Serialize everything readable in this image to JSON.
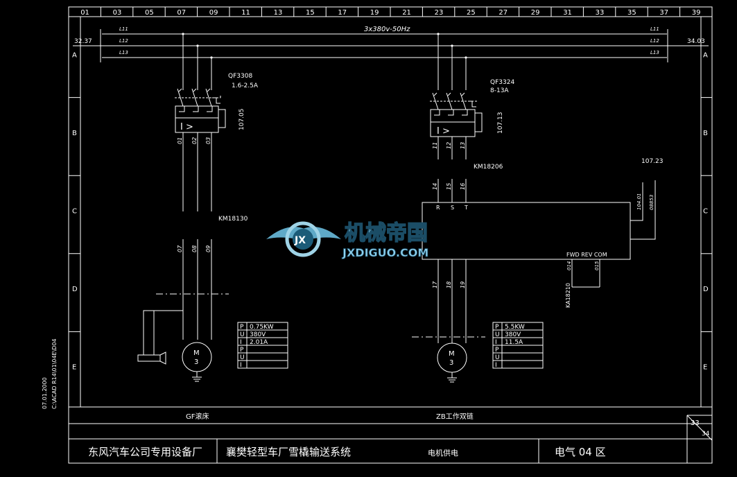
{
  "columns": [
    "01",
    "03",
    "05",
    "07",
    "09",
    "11",
    "13",
    "15",
    "17",
    "19",
    "21",
    "23",
    "25",
    "27",
    "29",
    "31",
    "33",
    "35",
    "37",
    "39"
  ],
  "rows": [
    "A",
    "B",
    "C",
    "D",
    "E"
  ],
  "supply": {
    "label": "3x380v-50Hz",
    "left_ref": "32.37",
    "right_ref": "34.03",
    "lines": [
      "L11",
      "L12",
      "L13"
    ]
  },
  "left_circuit": {
    "breaker_name": "QF3308",
    "breaker_range": "1.6-2.5A",
    "breaker_ref": "107.05",
    "wires_top": [
      "01",
      "02",
      "03"
    ],
    "contactor": "KM18130",
    "wires_mid": [
      "07",
      "08",
      "09"
    ],
    "motor": [
      "M",
      "3"
    ],
    "params": [
      [
        "P",
        "0.75KW"
      ],
      [
        "U",
        "380V"
      ],
      [
        "I",
        "2.01A"
      ],
      [
        "P",
        ""
      ],
      [
        "U",
        ""
      ],
      [
        "I",
        ""
      ]
    ],
    "section": "GF滚床"
  },
  "right_circuit": {
    "breaker_name": "QF3324",
    "breaker_range": "8-13A",
    "breaker_ref": "107.13",
    "wires_top": [
      "11",
      "12",
      "13"
    ],
    "contactor": "KM18206",
    "ref_right": "107.23",
    "wires_in": [
      "14",
      "15",
      "16"
    ],
    "terminals": [
      "R",
      "S",
      "T"
    ],
    "signal_wires": [
      "104.01",
      "08853"
    ],
    "control": "FWD REV COM",
    "control_wires": [
      "014",
      "015"
    ],
    "relay": "KA18210",
    "wires_out": [
      "17",
      "18",
      "19"
    ],
    "motor": [
      "M",
      "3"
    ],
    "params": [
      [
        "P",
        "5.5KW"
      ],
      [
        "U",
        "380V"
      ],
      [
        "I",
        "11.5A"
      ],
      [
        "P",
        ""
      ],
      [
        "U",
        ""
      ],
      [
        "I",
        ""
      ]
    ],
    "section": "ZB工作双链"
  },
  "watermark": {
    "title": "机械帝国",
    "url": "JXDIGUO.COM",
    "badge": "JX"
  },
  "side_text": [
    "07.01.2000",
    "C:\\ACAD R14\\01\\04E\\D04"
  ],
  "title_block": {
    "company": "东风汽车公司专用设备厂",
    "project": "襄樊轻型车厂雪橇输送系统",
    "content": "电机供电",
    "drawing": "电气 04 区",
    "sheet": "33",
    "total": "34"
  }
}
